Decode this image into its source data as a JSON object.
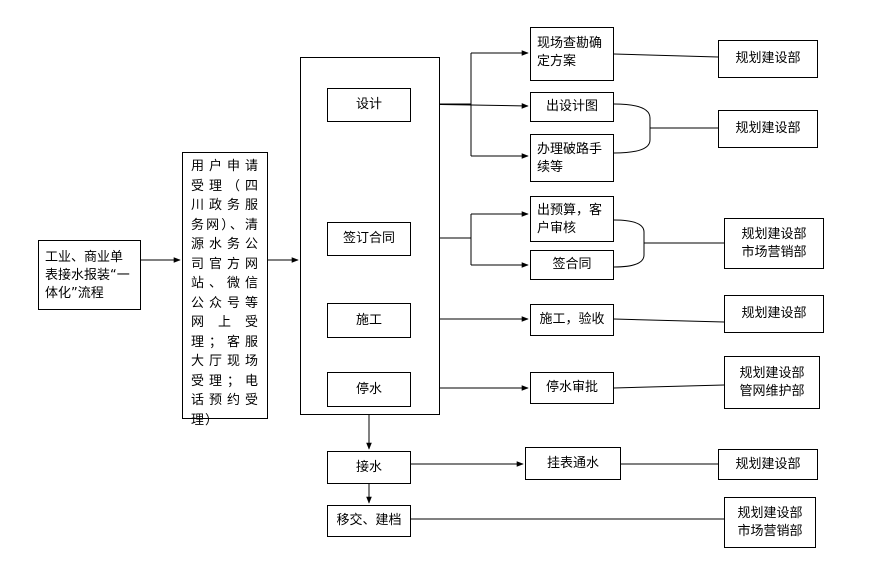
{
  "start": "工业、商业单表接水报装“一体化”流程",
  "accept": "用户申请受理（四川政务服务网）、清源水务公司官方网站、微信公众号等网上受理；客服大厅现场受理；电话预约受理）",
  "steps": {
    "design": "设计",
    "contract": "签订合同",
    "construct": "施工",
    "stop_water": "停水",
    "connect": "接水",
    "handover": "移交、建档"
  },
  "tasks": {
    "survey": "现场查勘确定方案",
    "drawing": "出设计图",
    "road_permit": "办理破路手续等",
    "budget": "出预算，客户审核",
    "sign": "签合同",
    "construct_accept": "施工，验收",
    "stop_approval": "停水审批",
    "meter": "挂表通水"
  },
  "departments": {
    "d1": "规划建设部",
    "d2": "规划建设部",
    "d3": "规划建设部\n市场营销部",
    "d4": "规划建设部",
    "d5": "规划建设部\n管网维护部",
    "d6": "规划建设部",
    "d7": "规划建设部\n市场营销部"
  }
}
